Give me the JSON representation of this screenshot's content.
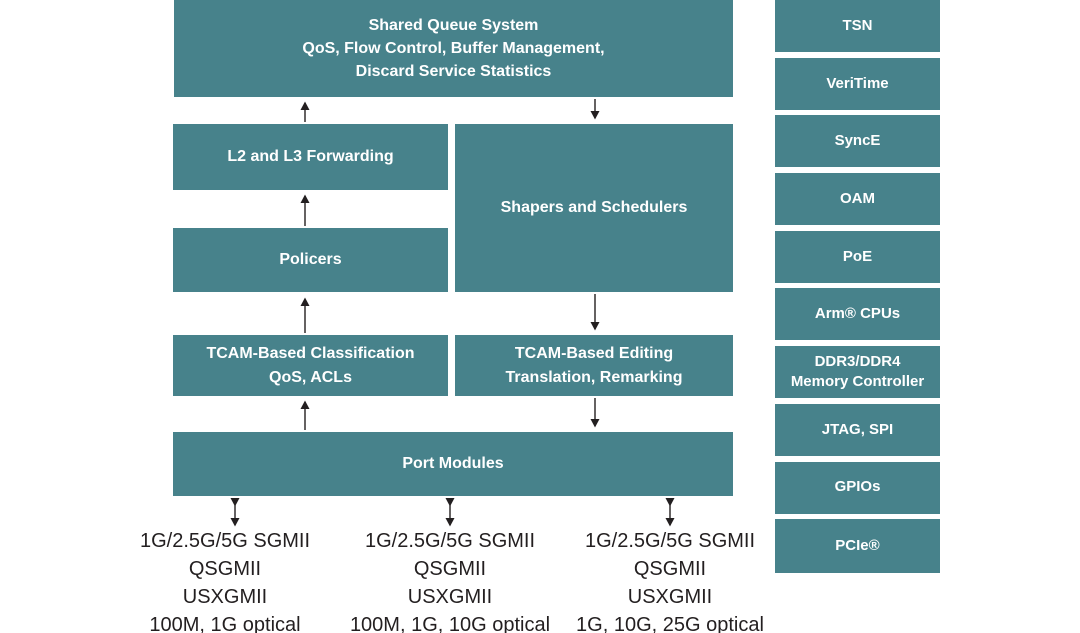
{
  "colors": {
    "block_teal": "#47828B",
    "block_text": "#FFFFFF",
    "label_text": "#231F20",
    "arrow": "#231F20"
  },
  "diagram": {
    "blocks": {
      "shared_queue": "Shared Queue System\nQoS, Flow Control, Buffer Management,\nDiscard Service Statistics",
      "l2_l3_forwarding": "L2 and L3 Forwarding",
      "shapers_schedulers": "Shapers and Schedulers",
      "policers": "Policers",
      "tcam_classification": "TCAM-Based Classification\nQoS, ACLs",
      "tcam_editing": "TCAM-Based Editing\nTranslation, Remarking",
      "port_modules": "Port Modules"
    },
    "sidebar": {
      "items": [
        {
          "label": "TSN"
        },
        {
          "label": "VeriTime"
        },
        {
          "label": "SyncE"
        },
        {
          "label": "OAM"
        },
        {
          "label": "PoE"
        },
        {
          "label": "Arm® CPUs"
        },
        {
          "label": "DDR3/DDR4\nMemory Controller"
        },
        {
          "label": "JTAG, SPI"
        },
        {
          "label": "GPIOs"
        },
        {
          "label": "PCIe®"
        }
      ]
    },
    "port_groups": [
      {
        "lines": "1G/2.5G/5G SGMII\nQSGMII\nUSXGMII\n100M, 1G optical"
      },
      {
        "lines": "1G/2.5G/5G SGMII\nQSGMII\nUSXGMII\n100M, 1G, 10G optical"
      },
      {
        "lines": "1G/2.5G/5G SGMII\nQSGMII\nUSXGMII\n1G, 10G, 25G optical"
      }
    ]
  }
}
